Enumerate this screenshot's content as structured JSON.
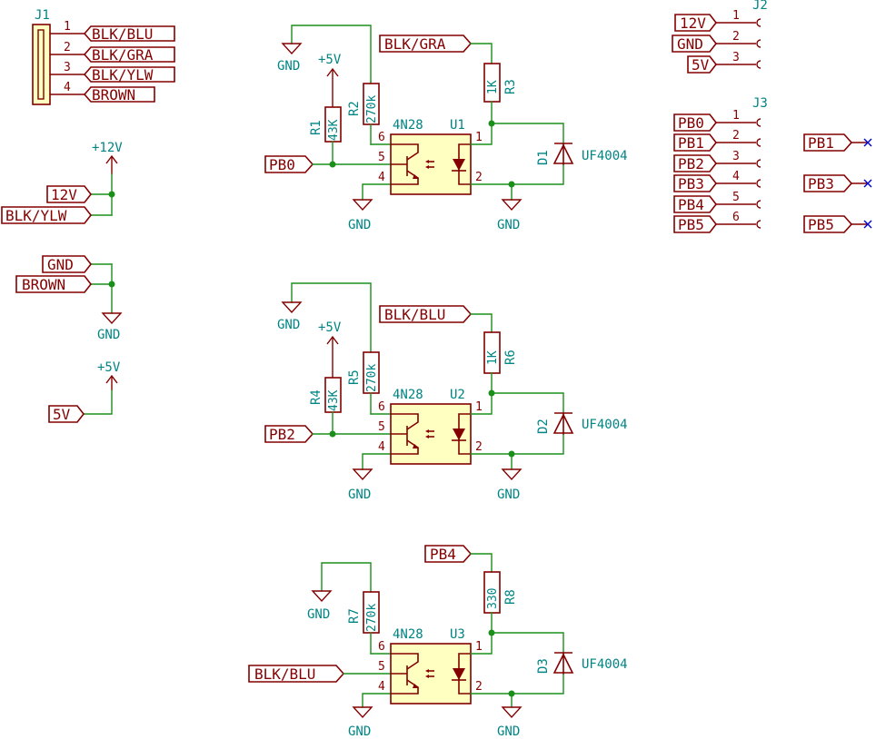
{
  "connectors": {
    "j1": {
      "ref": "J1",
      "pins": [
        {
          "num": "1",
          "net": "BLK/BLU"
        },
        {
          "num": "2",
          "net": "BLK/GRA"
        },
        {
          "num": "3",
          "net": "BLK/YLW"
        },
        {
          "num": "4",
          "net": "BROWN"
        }
      ]
    },
    "j2": {
      "ref": "J2",
      "pins": [
        {
          "num": "1",
          "net": "12V"
        },
        {
          "num": "2",
          "net": "GND"
        },
        {
          "num": "3",
          "net": "5V"
        }
      ]
    },
    "j3": {
      "ref": "J3",
      "pins": [
        {
          "num": "1",
          "net": "PB0"
        },
        {
          "num": "2",
          "net": "PB1"
        },
        {
          "num": "3",
          "net": "PB2"
        },
        {
          "num": "4",
          "net": "PB3"
        },
        {
          "num": "5",
          "net": "PB4"
        },
        {
          "num": "6",
          "net": "PB5"
        }
      ]
    }
  },
  "left_power": {
    "p12v": {
      "symbol": "+12V",
      "labels": [
        "12V",
        "BLK/YLW"
      ]
    },
    "pgnd": {
      "symbol": "GND",
      "labels": [
        "GND",
        "BROWN"
      ]
    },
    "p5v": {
      "symbol": "+5V",
      "label": "5V"
    }
  },
  "unconnected": [
    "PB1",
    "PB3",
    "PB5"
  ],
  "stages": [
    {
      "id": "u1",
      "input": "PB0",
      "opto": {
        "ref": "U1",
        "part": "4N28"
      },
      "r_top": {
        "ref": "R1",
        "value": "43K",
        "supply": "+5V"
      },
      "r_base": {
        "ref": "R2",
        "value": "270k",
        "gnd": "GND"
      },
      "r_led": {
        "ref": "R3",
        "value": "1K",
        "net": "BLK/GRA"
      },
      "diode": {
        "ref": "D1",
        "value": "UF4004"
      },
      "gnd_e": "GND",
      "gnd_k": "GND",
      "pins": {
        "p1": "1",
        "p2": "2",
        "p4": "4",
        "p5": "5",
        "p6": "6"
      }
    },
    {
      "id": "u2",
      "input": "PB2",
      "opto": {
        "ref": "U2",
        "part": "4N28"
      },
      "r_top": {
        "ref": "R4",
        "value": "43K",
        "supply": "+5V"
      },
      "r_base": {
        "ref": "R5",
        "value": "270k",
        "gnd": "GND"
      },
      "r_led": {
        "ref": "R6",
        "value": "1K",
        "net": "BLK/BLU"
      },
      "diode": {
        "ref": "D2",
        "value": "UF4004"
      },
      "gnd_e": "GND",
      "gnd_k": "GND",
      "pins": {
        "p1": "1",
        "p2": "2",
        "p4": "4",
        "p5": "5",
        "p6": "6"
      }
    },
    {
      "id": "u3",
      "input": "BLK/BLU",
      "opto": {
        "ref": "U3",
        "part": "4N28"
      },
      "r_base": {
        "ref": "R7",
        "value": "270k",
        "gnd": "GND"
      },
      "r_led": {
        "ref": "R8",
        "value": "330",
        "net": "PB4"
      },
      "diode": {
        "ref": "D3",
        "value": "UF4004"
      },
      "gnd_e": "GND",
      "gnd_k": "GND",
      "pins": {
        "p1": "1",
        "p2": "2",
        "p4": "4",
        "p5": "5",
        "p6": "6"
      }
    }
  ]
}
